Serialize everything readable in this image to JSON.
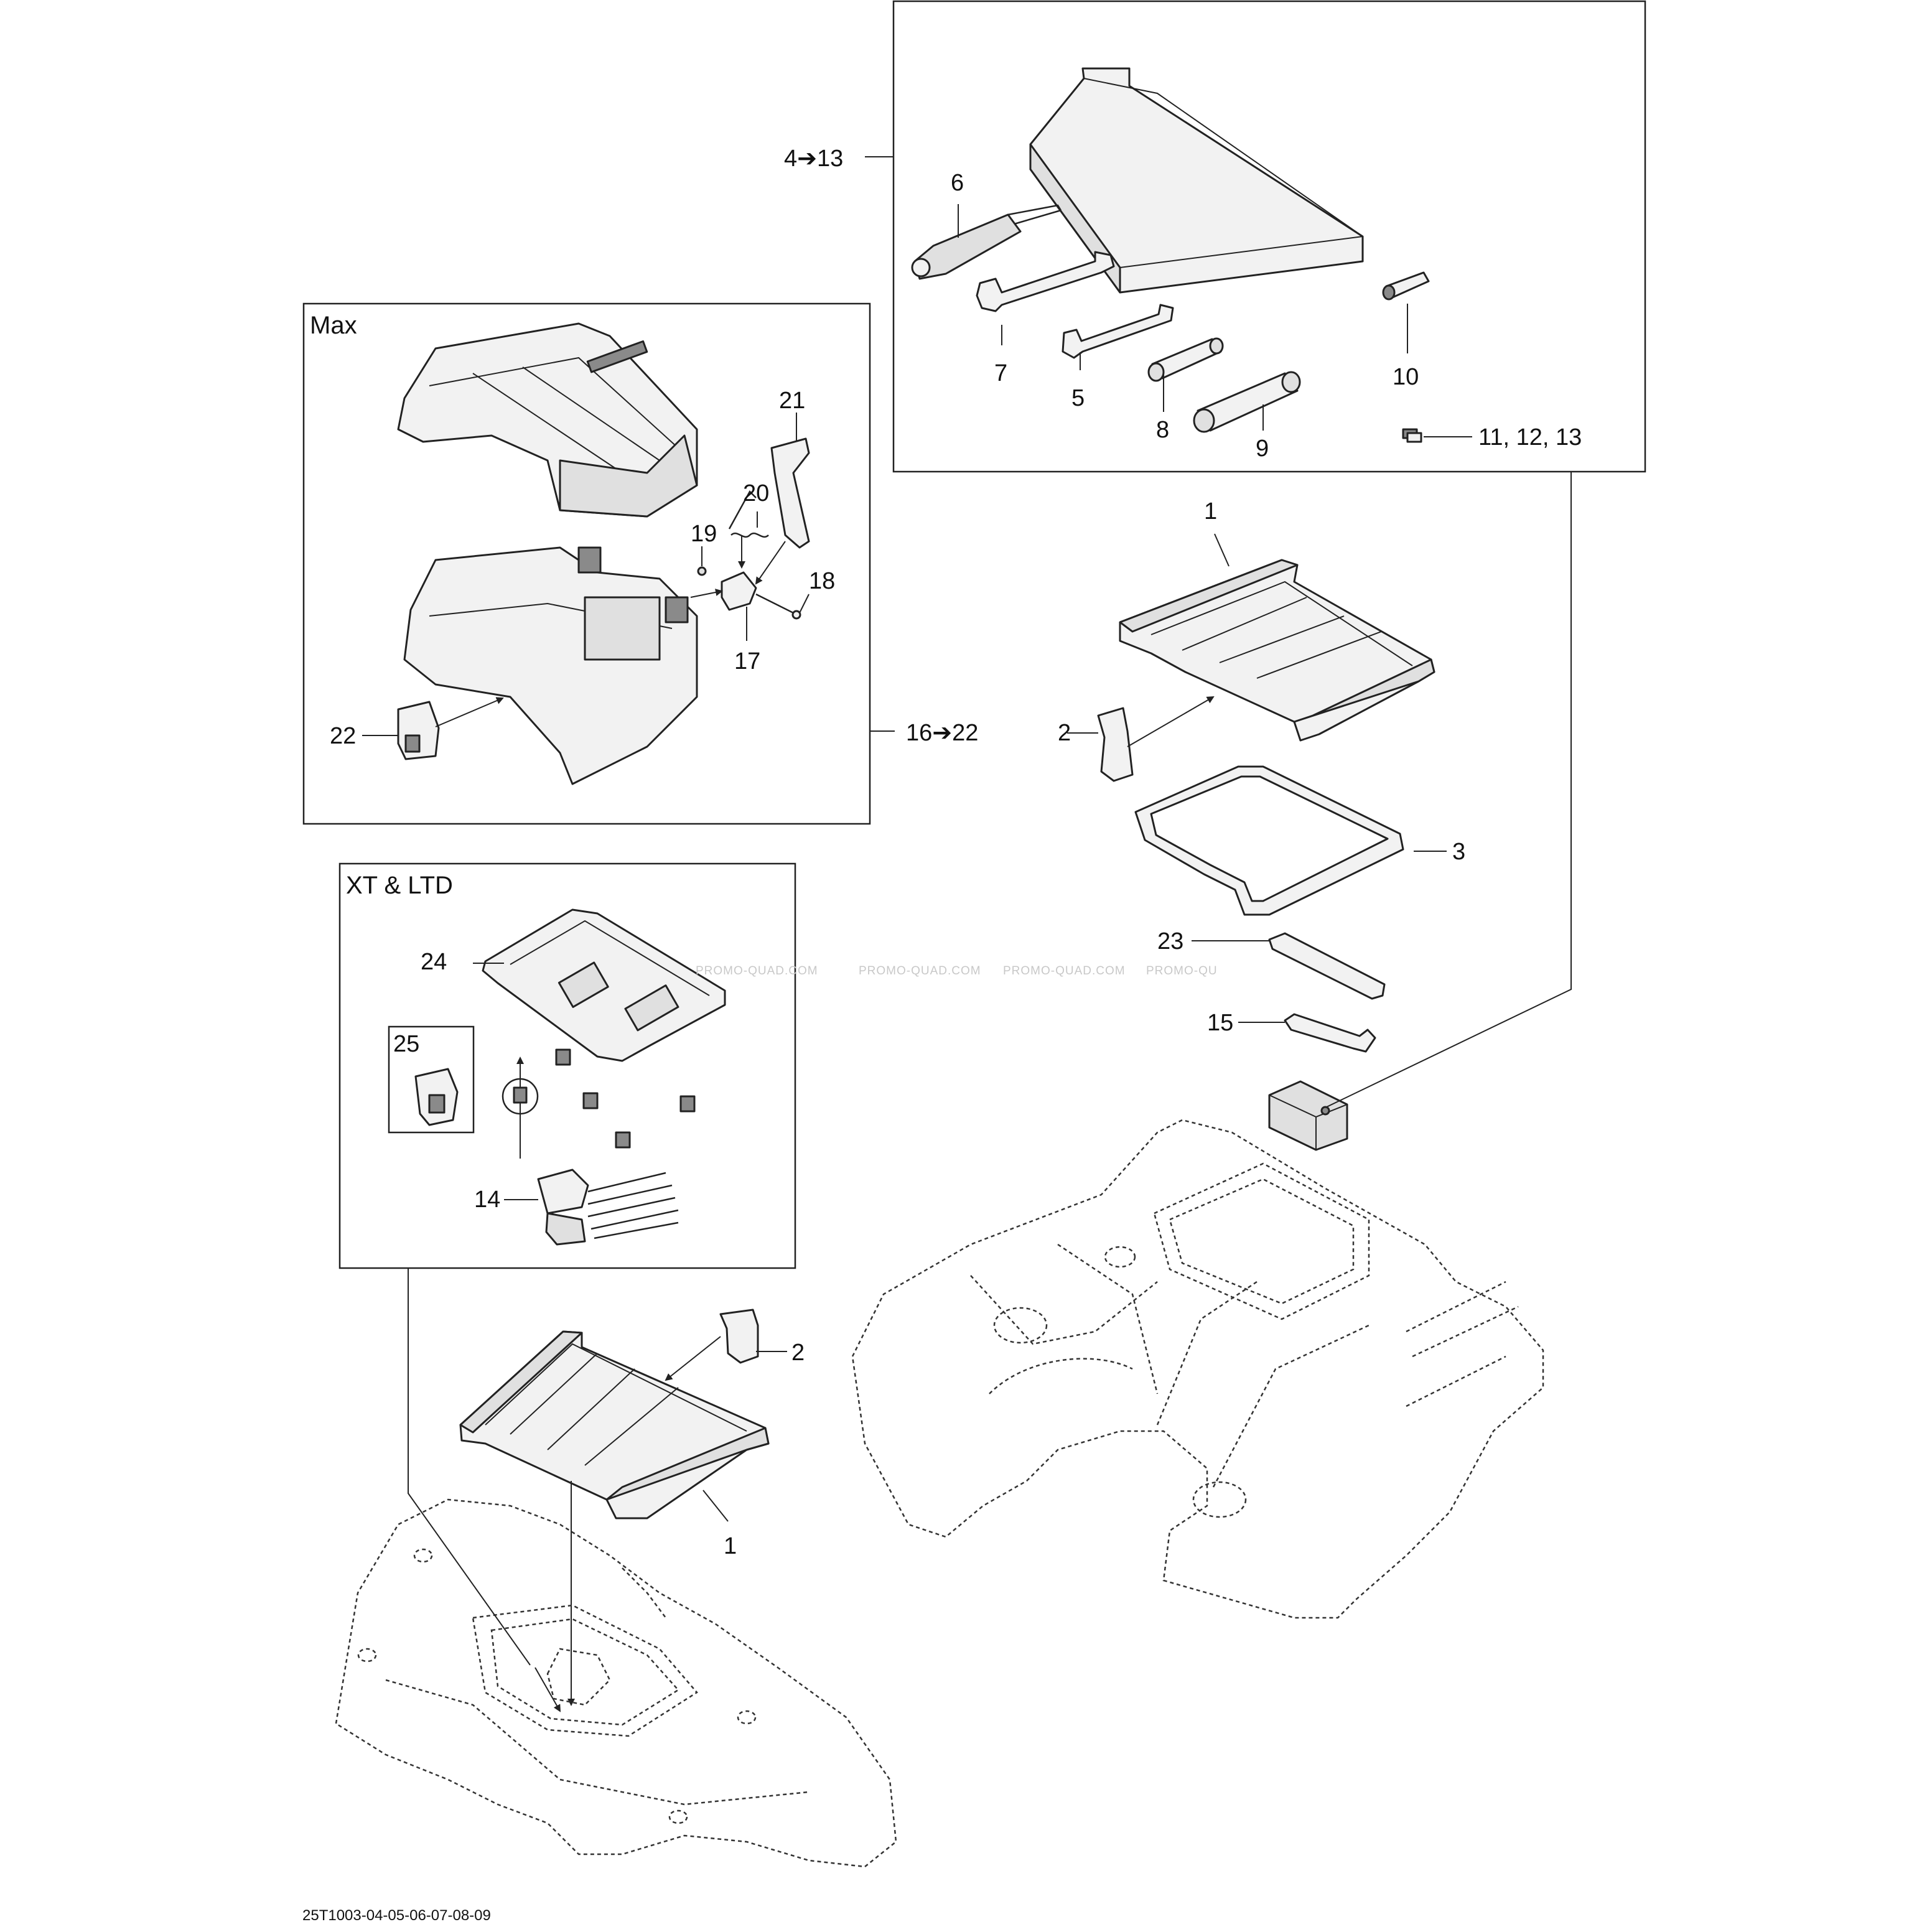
{
  "groups": {
    "max_title": "Max",
    "xt_ltd_title": "XT & LTD",
    "max_range": "16➔22",
    "toolkit_range": "4➔13"
  },
  "labels": {
    "p1a": "1",
    "p1b": "1",
    "p2a": "2",
    "p2b": "2",
    "p3": "3",
    "p5": "5",
    "p6": "6",
    "p7": "7",
    "p8": "8",
    "p9": "9",
    "p10": "10",
    "p11_13": "11, 12, 13",
    "p14": "14",
    "p15": "15",
    "p17": "17",
    "p18": "18",
    "p19": "19",
    "p20": "20",
    "p21": "21",
    "p22": "22",
    "p23": "23",
    "p24": "24",
    "p25": "25"
  },
  "watermark": [
    "PROMO-QUAD.COM",
    "PROMO-QUAD.COM",
    "PROMO-QUAD.COM",
    "PROMO-QU"
  ],
  "reference": "25T1003-04-05-06-07-08-09"
}
